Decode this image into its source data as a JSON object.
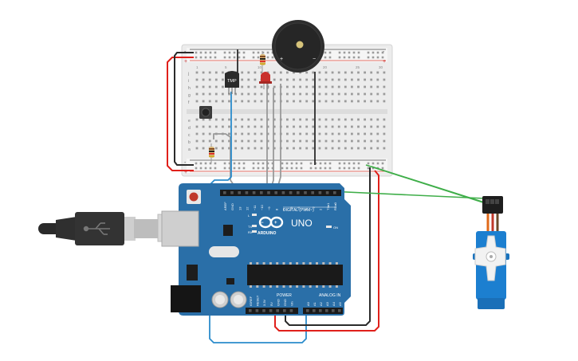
{
  "breadboard": {
    "row_letters_top": [
      "j",
      "i",
      "h",
      "g",
      "f"
    ],
    "row_letters_bottom": [
      "e",
      "d",
      "c",
      "b",
      "a"
    ],
    "column_numbers": [
      "1",
      "5",
      "10",
      "15",
      "20",
      "25",
      "30"
    ],
    "rail_plus": "+",
    "rail_minus": "-"
  },
  "components": {
    "sensor_label": "TMP",
    "buzzer_plus": "+",
    "buzzer_minus": "−"
  },
  "arduino": {
    "logo_text": "ARDUINO",
    "model": "UNO",
    "digital_label": "DIGITAL (PWM~)",
    "power_label": "POWER",
    "analog_label": "ANALOG IN",
    "on_label": "ON",
    "led_l": "L",
    "led_tx": "TX",
    "led_rx": "RX",
    "digital_pins": [
      "AREF",
      "GND",
      "13",
      "12",
      "~11",
      "~10",
      "~9",
      "8",
      "7",
      "~6",
      "~5",
      "4",
      "~3",
      "2",
      "TX▸1",
      "RX◂0"
    ],
    "power_pins": [
      "IOREF",
      "RESET",
      "3.3V",
      "5V",
      "GND",
      "GND",
      "Vin"
    ],
    "analog_pins": [
      "A0",
      "A1",
      "A2",
      "A3",
      "A4",
      "A5"
    ]
  },
  "colors": {
    "board_blue": "#2a6fa8",
    "wire_red": "#e0201b",
    "wire_black": "#2b2b2b",
    "wire_green": "#3fae49",
    "wire_blue": "#2b8ccc",
    "wire_gray": "#9a9a9a",
    "servo_blue": "#1c7fd0"
  }
}
